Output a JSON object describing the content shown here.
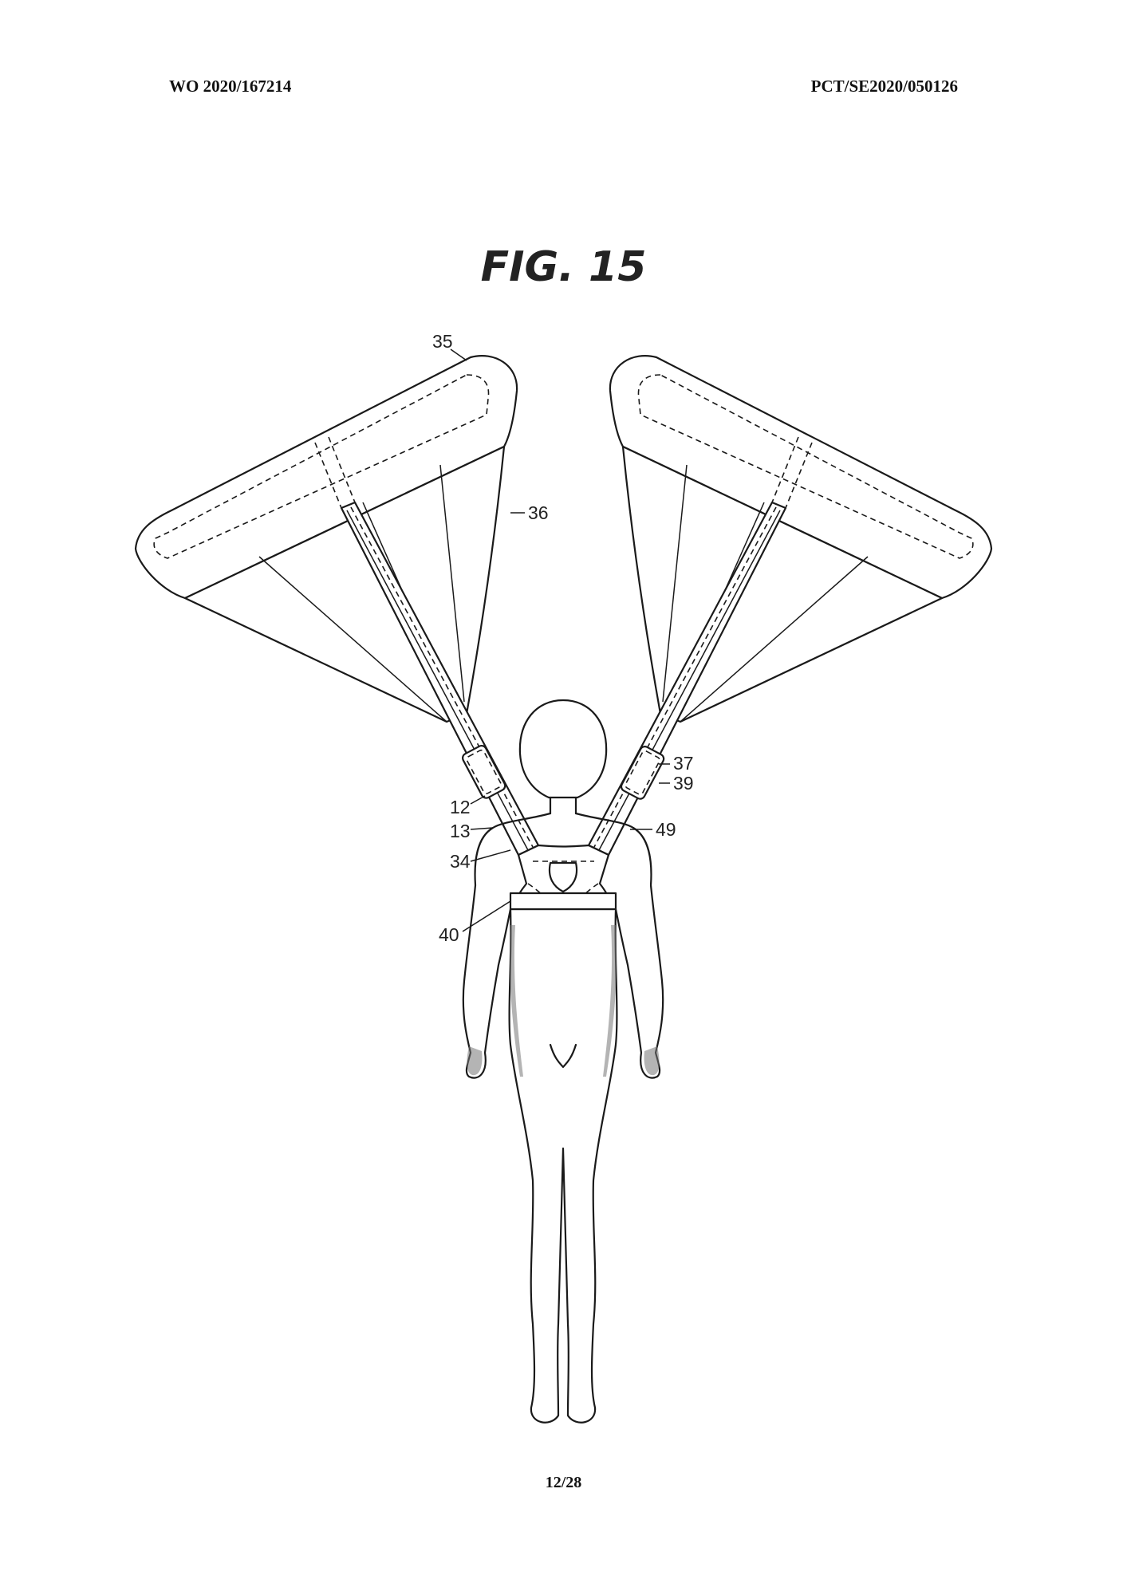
{
  "header": {
    "left": "WO 2020/167214",
    "right": "PCT/SE2020/050126"
  },
  "figure": {
    "title": "FIG. 15",
    "labels": {
      "r35": "35",
      "r36": "36",
      "r37": "37",
      "r39": "39",
      "r12": "12",
      "r13": "13",
      "r49": "49",
      "r34": "34",
      "r40": "40"
    }
  },
  "footer": {
    "page": "12/28"
  }
}
